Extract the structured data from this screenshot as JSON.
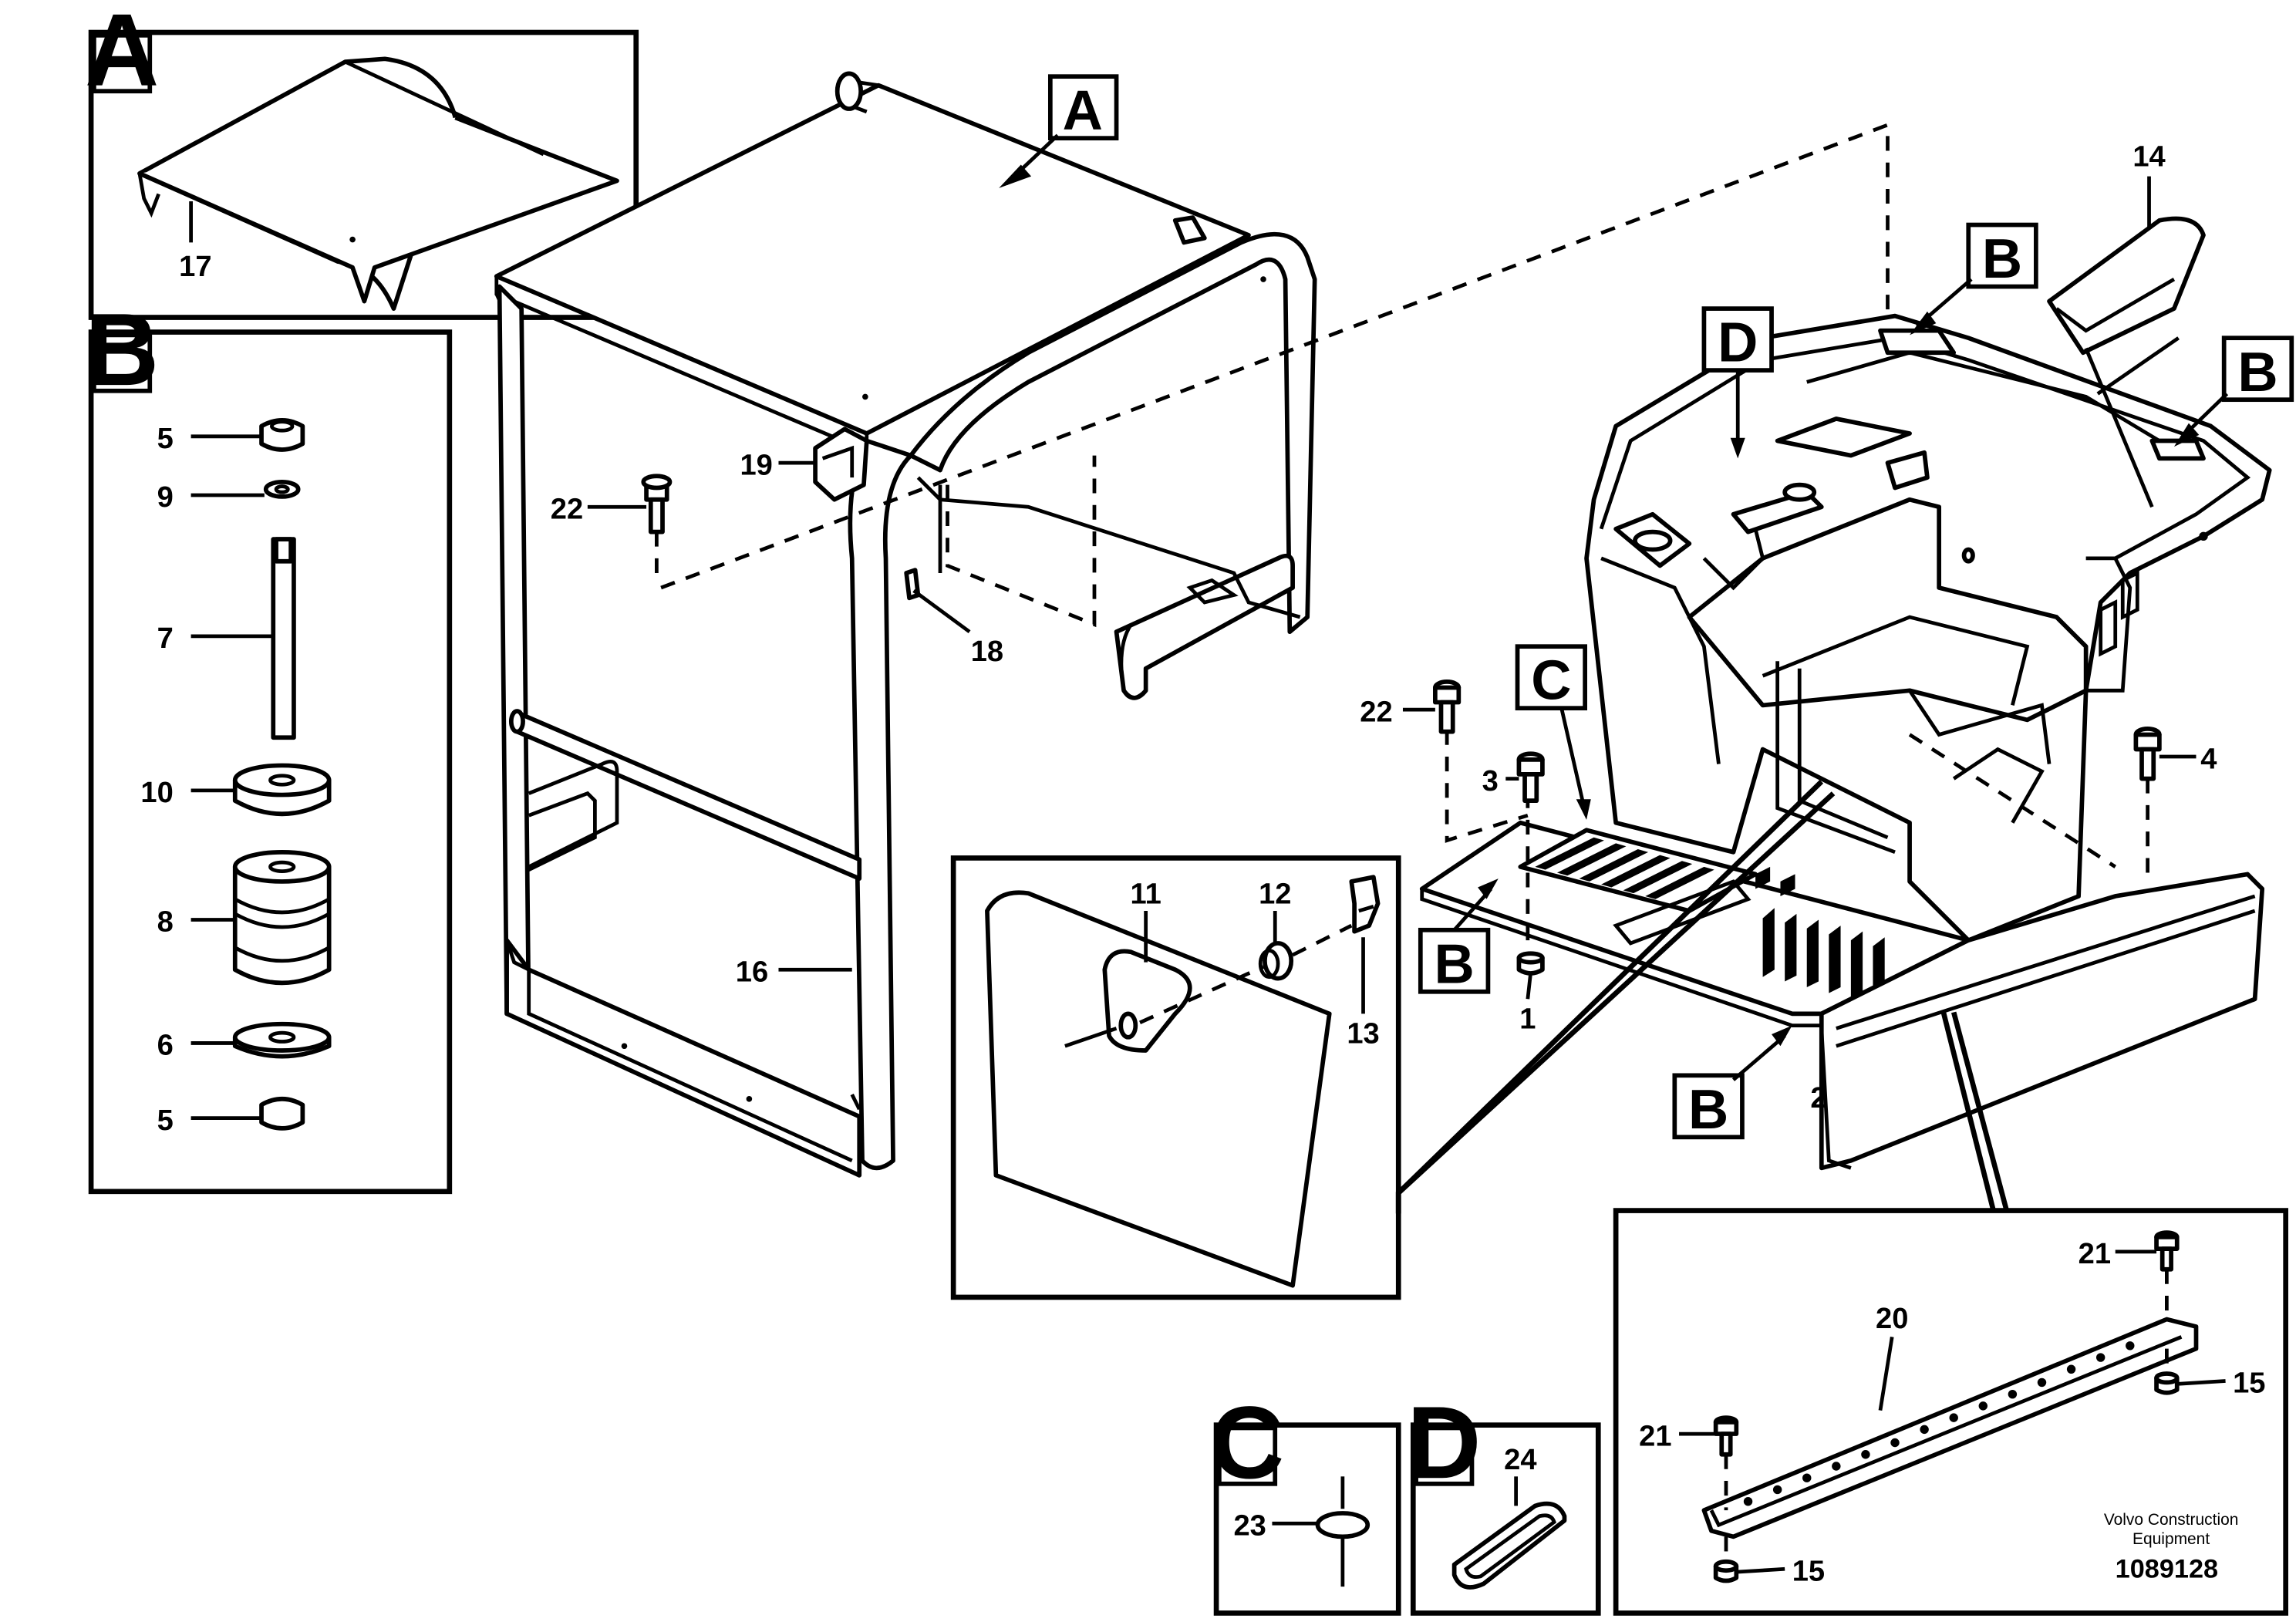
{
  "callout_boxes": {
    "A_main": "A",
    "A_detail": "A",
    "B_detail": "B",
    "B_top_left": "B",
    "B_top_right": "B",
    "B_floor": "B",
    "B_bottom": "B",
    "C_main": "C",
    "C_detail": "C",
    "D_main": "D",
    "D_detail": "D"
  },
  "part_numbers": {
    "p1": "1",
    "p2": "2",
    "p3": "3",
    "p4": "4",
    "p5_top": "5",
    "p5_bottom": "5",
    "p6": "6",
    "p7": "7",
    "p8": "8",
    "p9": "9",
    "p10": "10",
    "p11": "11",
    "p12": "12",
    "p13": "13",
    "p14": "14",
    "p15_right": "15",
    "p15_bottom": "15",
    "p16": "16",
    "p17": "17",
    "p18": "18",
    "p19": "19",
    "p20": "20",
    "p21_top": "21",
    "p21_left": "21",
    "p22_left": "22",
    "p22_right": "22",
    "p23": "23",
    "p24": "24"
  },
  "footer": {
    "credit_line1": "Volvo Construction",
    "credit_line2": "Equipment",
    "document_number": "1089128"
  }
}
